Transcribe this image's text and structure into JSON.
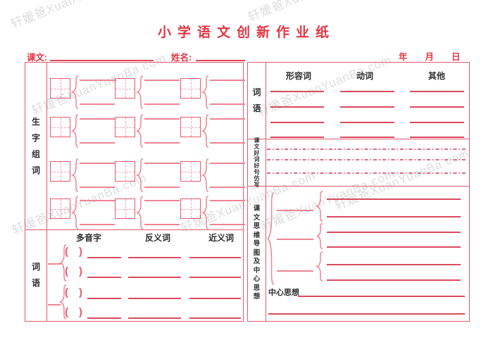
{
  "watermark": {
    "text": "轩媛爸XuanYuanBa.com"
  },
  "title": "小学语文创新作业纸",
  "header": {
    "lesson_label": "课文:",
    "name_label": "姓名:",
    "date_year": "年",
    "date_month": "月",
    "date_day": "日"
  },
  "left_panel": {
    "new_char_section_label": "生字组词",
    "word_section_label": "词语",
    "word_columns": [
      "多音字",
      "反义词",
      "近义词"
    ],
    "paren_open": "(",
    "paren_close": ")"
  },
  "right_panel": {
    "word_section_label": "词语",
    "word_columns": [
      "形容词",
      "动词",
      "其他"
    ],
    "imitation_section_label": "课文好词好句仿写",
    "mindmap_section_label": "课文思维导图及中心思想",
    "central_idea_label": "中心思想"
  },
  "colors": {
    "border_red": "#e5596e",
    "line_red": "#d94b5e",
    "light_red": "#ec8494",
    "label_red": "#e23744",
    "text_dark": "#2d2d2d",
    "watermark_gray": "#d2d2d2"
  }
}
